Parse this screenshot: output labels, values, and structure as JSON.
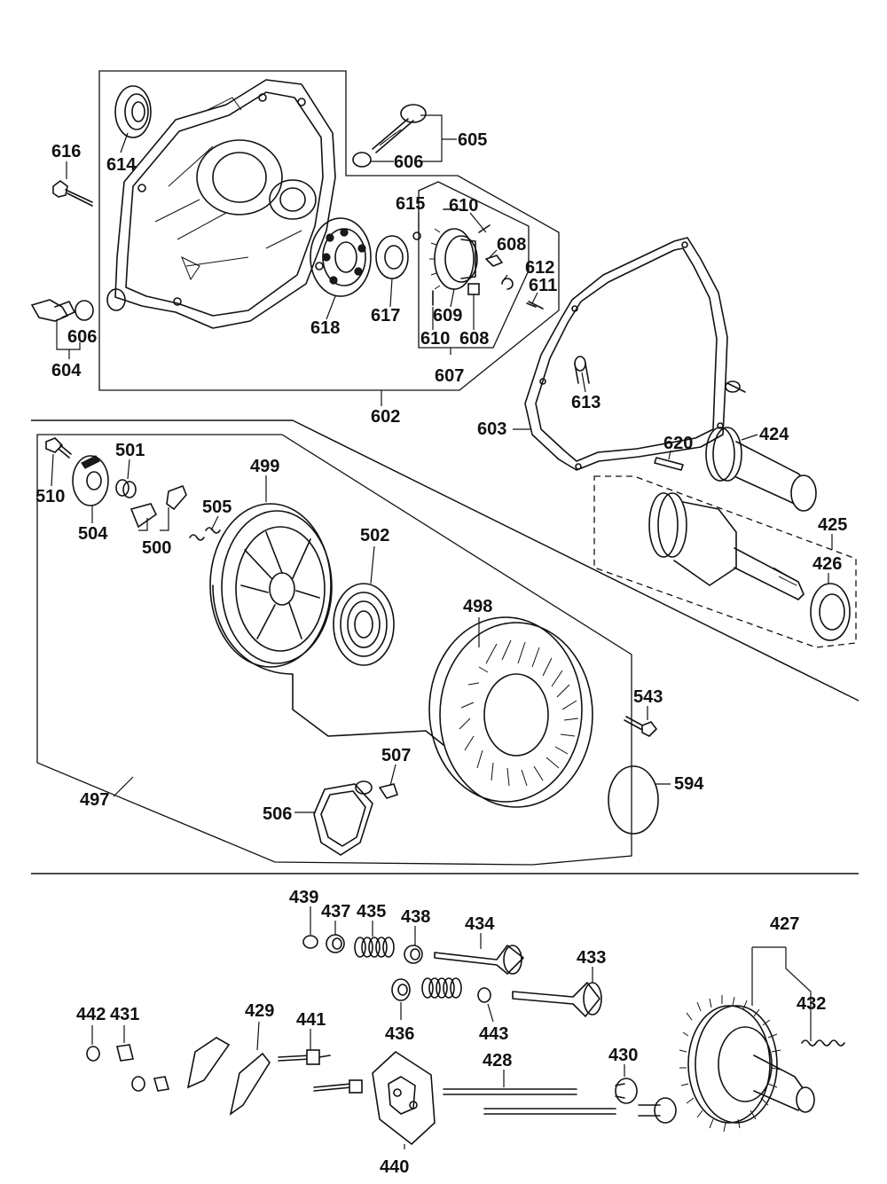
{
  "diagram": {
    "callouts": {
      "c616": "616",
      "c614": "614",
      "c605": "605",
      "c606a": "606",
      "c615": "615",
      "c610a": "610",
      "c608a": "608",
      "c612": "612",
      "c611": "611",
      "c618": "618",
      "c617": "617",
      "c609": "609",
      "c610b": "610",
      "c608b": "608",
      "c606b": "606",
      "c604": "604",
      "c607": "607",
      "c602": "602",
      "c613": "613",
      "c603": "603",
      "c620": "620",
      "c424": "424",
      "c425": "425",
      "c426": "426",
      "c501": "501",
      "c510": "510",
      "c504": "504",
      "c500": "500",
      "c505": "505",
      "c499": "499",
      "c502": "502",
      "c498": "498",
      "c543": "543",
      "c507": "507",
      "c594": "594",
      "c497": "497",
      "c506": "506",
      "c439": "439",
      "c437": "437",
      "c435": "435",
      "c438": "438",
      "c434": "434",
      "c433": "433",
      "c427": "427",
      "c436": "436",
      "c443": "443",
      "c432": "432",
      "c442": "442",
      "c431": "431",
      "c429": "429",
      "c441": "441",
      "c428": "428",
      "c430": "430",
      "c440": "440"
    }
  }
}
